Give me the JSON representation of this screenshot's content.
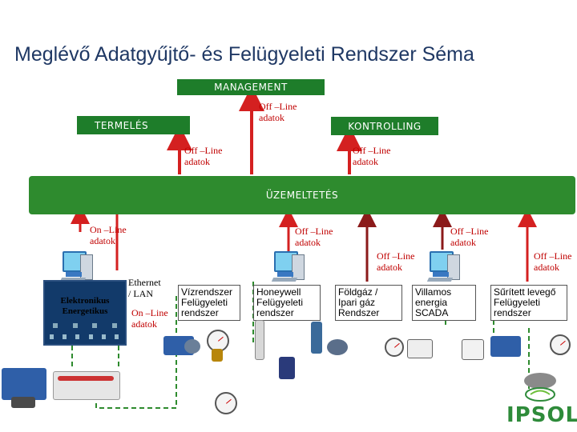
{
  "title": "Meglévő Adatgyűjtő- és Felügyeleti Rendszer Séma",
  "blocks": {
    "management": "MANAGEMENT",
    "termeles": "TERMELÉS",
    "kontrolling": "KONTROLLING",
    "uzemeltetes": "ÜZEMELTETÉS"
  },
  "labels": {
    "offline_top_1": "Off –Line",
    "offline_top_2": "adatok",
    "offline_left_1": "Off –Line",
    "offline_left_2": "adatok",
    "offline_right_1": "Off –Line",
    "offline_right_2": "adatok",
    "online_1": "On –Line",
    "online_2": "adatok",
    "offline_honey_1": "Off –Line",
    "offline_honey_2": "adatok",
    "offline_scada_1": "Off –Line",
    "offline_scada_2": "adatok",
    "offline_foldgaz_1": "Off –Line",
    "offline_foldgaz_2": "adatok",
    "offline_surit_1": "Off –Line",
    "offline_surit_2": "adatok",
    "ethernet_1": "Ethernet",
    "ethernet_2": "/ LAN",
    "online_viz_1": "On –Line",
    "online_viz_2": "adatok"
  },
  "energy_screen": {
    "line1": "Elektronikus",
    "line2": "Energetikus"
  },
  "systems": {
    "viz": [
      "Vízrendszer",
      "Felügyeleti",
      "rendszer"
    ],
    "honeywell": [
      "Honeywell",
      "Felügyeleti",
      "rendszer"
    ],
    "foldgaz": [
      "Földgáz /",
      "Ipari gáz",
      "Rendszer"
    ],
    "villamos": [
      "Villamos",
      "energia",
      "SCADA"
    ],
    "surit": [
      "Sűrített levegő",
      "Felügyeleti",
      "rendszer"
    ]
  },
  "logo": "IPSOL",
  "colors": {
    "title": "#1f3864",
    "green_block": "#1e7d2a",
    "arrow_red": "#d42020",
    "arrow_dark_red": "#8b1a1a",
    "offline_text": "#c00000",
    "dashed_green": "#2e8b2e"
  },
  "icons": [
    "computer-icon",
    "water-meter-icon",
    "pump-icon",
    "pressure-gauge-icon",
    "ipsol-logo-icon"
  ]
}
